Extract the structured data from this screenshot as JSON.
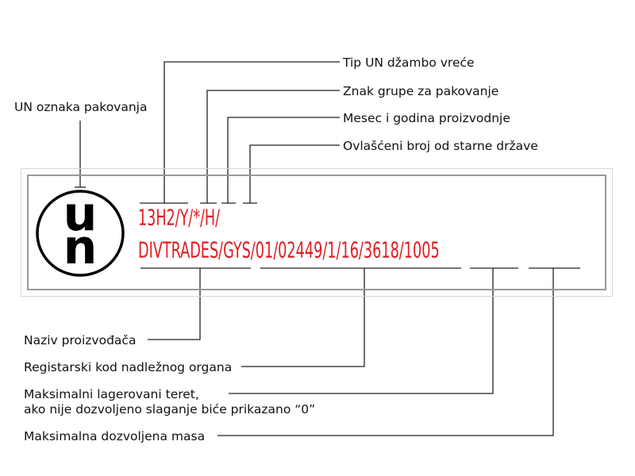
{
  "labels": {
    "un_mark": "UN oznaka pakovanja",
    "bag_type": "Tip UN džambo vreće",
    "packing_group": "Znak grupe za pakovanje",
    "month_year": "Mesec i godina proizvodnje",
    "authorized_number": "Ovlašćeni broj od starne države",
    "manufacturer": "Naziv proizvođača",
    "registry_code": "Registarski kod nadležnog organa",
    "max_load_line1": "Maksimalni lagerovani teret,",
    "max_load_line2": "ako nije dozvoljeno slaganje biće prikazano “0”",
    "max_mass": "Maksimalna dozvoljena masa"
  },
  "marking": {
    "line1": "13H2/Y/*/H/",
    "line2": "DIVTRADES/GYS/01/02449/1/16/3618/1005"
  },
  "un_symbol": {
    "top": "u",
    "bottom": "n"
  },
  "colors": {
    "marking": "#e11b22",
    "text": "#111111",
    "lines": "#222222",
    "frame": "#9a9a9a"
  }
}
